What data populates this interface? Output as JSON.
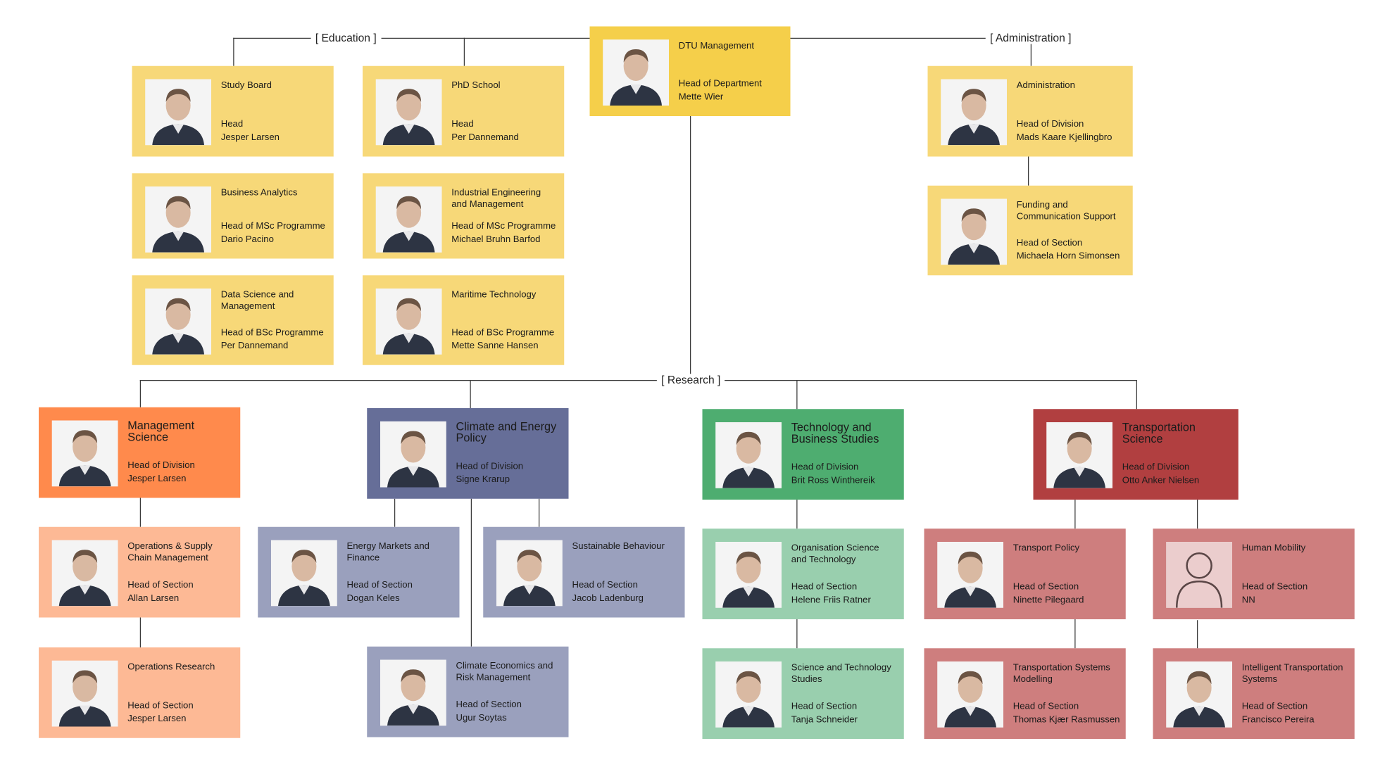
{
  "groups": {
    "education": "[ Education ]",
    "administration": "[ Administration ]",
    "research": "[ Research ]"
  },
  "colors": {
    "management": "#F5CF4A",
    "education_admin": "#F7D878",
    "management_science": "#FF8A4C",
    "management_science_light": "#FDB995",
    "climate_energy": "#666E98",
    "climate_energy_light": "#9AA0BD",
    "technology_business": "#4EAD70",
    "technology_business_light": "#99CFAE",
    "transportation": "#B13F40",
    "transportation_light": "#CE7E7E",
    "connector": "#3A3A3A"
  },
  "units": [
    {
      "id": "dtu-management",
      "unit": "DTU Management",
      "role": "Head of Department",
      "name": "Mette Wier",
      "color": "#F5CF4A",
      "photo": "portrait-photo"
    },
    {
      "id": "study-board",
      "unit": "Study Board",
      "role": "Head",
      "name": "Jesper Larsen",
      "color": "#F7D878",
      "photo": "portrait-photo"
    },
    {
      "id": "phd-school",
      "unit": "PhD School",
      "role": "Head",
      "name": "Per Dannemand",
      "color": "#F7D878",
      "photo": "portrait-photo"
    },
    {
      "id": "business-analytics",
      "unit": "Business Analytics",
      "role": "Head of MSc Programme",
      "name": "Dario Pacino",
      "color": "#F7D878",
      "photo": "portrait-photo"
    },
    {
      "id": "industrial-engineering",
      "unit": "Industrial Engineering and Management",
      "role": "Head of MSc Programme",
      "name": "Michael Bruhn Barfod",
      "color": "#F7D878",
      "photo": "portrait-photo"
    },
    {
      "id": "data-science",
      "unit": "Data Science and Management",
      "role": "Head of BSc Programme",
      "name": "Per Dannemand",
      "color": "#F7D878",
      "photo": "portrait-photo"
    },
    {
      "id": "maritime-technology",
      "unit": "Maritime Technology",
      "role": "Head of BSc Programme",
      "name": "Mette Sanne Hansen",
      "color": "#F7D878",
      "photo": "portrait-photo"
    },
    {
      "id": "administration",
      "unit": "Administration",
      "role": "Head of Division",
      "name": "Mads Kaare Kjellingbro",
      "color": "#F7D878",
      "photo": "portrait-photo"
    },
    {
      "id": "funding-communication",
      "unit": "Funding and Communication Support",
      "role": "Head of Section",
      "name": "Michaela Horn Simonsen",
      "color": "#F7D878",
      "photo": "portrait-photo"
    },
    {
      "id": "management-science",
      "unit": "Management Science",
      "role": "Head of Division",
      "name": "Jesper Larsen",
      "color": "#FF8A4C",
      "big": true,
      "photo": "portrait-photo"
    },
    {
      "id": "operations-supply-chain",
      "unit": "Operations & Supply Chain Management",
      "role": "Head of Section",
      "name": "Allan Larsen",
      "color": "#FDB995",
      "photo": "portrait-photo"
    },
    {
      "id": "operations-research",
      "unit": "Operations Research",
      "role": "Head of Section",
      "name": "Jesper Larsen",
      "color": "#FDB995",
      "photo": "portrait-photo"
    },
    {
      "id": "climate-energy-policy",
      "unit": "Climate and Energy Policy",
      "role": "Head of Division",
      "name": "Signe Krarup",
      "color": "#666E98",
      "big": true,
      "photo": "portrait-photo"
    },
    {
      "id": "energy-markets",
      "unit": "Energy Markets and Finance",
      "role": "Head of Section",
      "name": "Dogan Keles",
      "color": "#9AA0BD",
      "photo": "portrait-photo"
    },
    {
      "id": "sustainable-behaviour",
      "unit": "Sustainable Behaviour",
      "role": "Head of Section",
      "name": "Jacob Ladenburg",
      "color": "#9AA0BD",
      "photo": "portrait-photo"
    },
    {
      "id": "climate-economics",
      "unit": "Climate Economics and Risk Management",
      "role": "Head of Section",
      "name": "Ugur Soytas",
      "color": "#9AA0BD",
      "photo": "portrait-photo"
    },
    {
      "id": "technology-business-studies",
      "unit": "Technology and Business Studies",
      "role": "Head of Division",
      "name": "Brit Ross Winthereik",
      "color": "#4EAD70",
      "big": true,
      "photo": "portrait-photo"
    },
    {
      "id": "organisation-science",
      "unit": "Organisation Science and Technology",
      "role": "Head of Section",
      "name": "Helene Friis Ratner",
      "color": "#99CFAE",
      "photo": "portrait-photo"
    },
    {
      "id": "science-technology-studies",
      "unit": "Science and Technology Studies",
      "role": "Head of Section",
      "name": "Tanja Schneider",
      "color": "#99CFAE",
      "photo": "portrait-photo"
    },
    {
      "id": "transportation-science",
      "unit": "Transportation Science",
      "role": "Head of Division",
      "name": "Otto Anker Nielsen",
      "color": "#B13F40",
      "big": true,
      "photo": "portrait-photo"
    },
    {
      "id": "transport-policy",
      "unit": "Transport Policy",
      "role": "Head of Section",
      "name": "Ninette Pilegaard",
      "color": "#CE7E7E",
      "photo": "portrait-photo"
    },
    {
      "id": "human-mobility",
      "unit": "Human Mobility",
      "role": "Head of Section",
      "name": "NN",
      "color": "#CE7E7E",
      "photo": "placeholder-person-icon"
    },
    {
      "id": "transportation-systems-modelling",
      "unit": "Transportation Systems Modelling",
      "role": "Head of Section",
      "name": "Thomas Kjær Rasmussen",
      "color": "#CE7E7E",
      "photo": "portrait-photo"
    },
    {
      "id": "intelligent-transportation-systems",
      "unit": "Intelligent Transportation Systems",
      "role": "Head of Section",
      "name": "Francisco Pereira",
      "color": "#CE7E7E",
      "photo": "portrait-photo"
    }
  ]
}
